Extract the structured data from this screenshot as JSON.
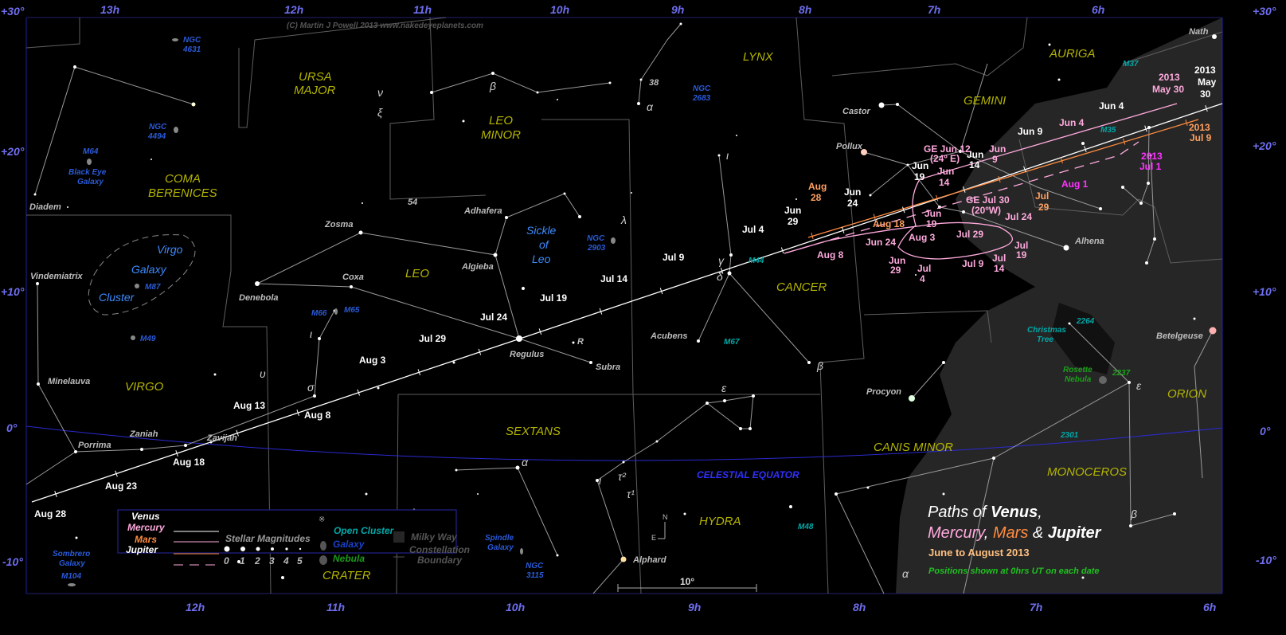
{
  "credit": "(C) Martin J Powell 2013  www.nakedeyeplanets.com",
  "ra_top": [
    "13h",
    "12h",
    "11h",
    "10h",
    "9h",
    "8h",
    "7h",
    "6h"
  ],
  "ra_bottom": [
    "12h",
    "11h",
    "10h",
    "9h",
    "8h",
    "7h",
    "6h"
  ],
  "dec_left": [
    "+30°",
    "+20°",
    "+10°",
    "0°",
    "-10°"
  ],
  "dec_right": [
    "+30°",
    "+20°",
    "+10°",
    "0°",
    "-10°"
  ],
  "constellations": {
    "lynx": "LYNX",
    "ursa_major": [
      "URSA",
      "MAJOR"
    ],
    "leo_minor": [
      "LEO",
      "MINOR"
    ],
    "coma": [
      "COMA",
      "BERENICES"
    ],
    "leo": "LEO",
    "cancer": "CANCER",
    "gemini": "GEMINI",
    "auriga": "AURIGA",
    "virgo": "VIRGO",
    "sextans": "SEXTANS",
    "hydra": "HYDRA",
    "crater": "CRATER",
    "canis_minor": "CANIS MINOR",
    "monoceros": "MONOCEROS",
    "orion": "ORION"
  },
  "stars": {
    "castor": "Castor",
    "pollux": "Pollux",
    "alhena": "Alhena",
    "procyon": "Procyon",
    "betelgeuse": "Betelgeuse",
    "nath": "Nath",
    "regulus": "Regulus",
    "subra": "Subra",
    "algieba": "Algieba",
    "adhafera": "Adhafera",
    "zosma": "Zosma",
    "coxa": "Coxa",
    "denebola": "Denebola",
    "acubens": "Acubens",
    "alphard": "Alphard",
    "zaniah": "Zaniah",
    "zavijah": "Zavijah",
    "porrima": "Porrima",
    "minelauva": "Minelauva",
    "vindemiatrix": "Vindemiatrix",
    "diadem": "Diadem",
    "r": "R",
    "n38": "38",
    "n54": "54"
  },
  "greek": {
    "nu": "ν",
    "xi": "ξ",
    "beta_lmi": "β",
    "alpha_lyn": "α",
    "lambda": "λ",
    "iota_cnc": "ι",
    "gamma": "γ",
    "delta": "δ",
    "beta_cnc": "β",
    "iota_leo": "ι",
    "upsilon": "υ",
    "sigma": "σ",
    "epsilon_hya": "ε",
    "alpha_sex": "α",
    "iota_hya": "ι",
    "tau2": "τ²",
    "tau1": "τ¹",
    "epsilon_mon": "ε",
    "beta_mon": "β",
    "alpha_mon": "α"
  },
  "deep_sky": {
    "ngc4631": [
      "NGC",
      "4631"
    ],
    "ngc4494": [
      "NGC",
      "4494"
    ],
    "m64": [
      "M64",
      "Black Eye",
      "Galaxy"
    ],
    "m87": "M87",
    "m49": "M49",
    "m66": "M66",
    "m65": "M65",
    "ngc2903": [
      "NGC",
      "2903"
    ],
    "ngc2683": [
      "NGC",
      "2683"
    ],
    "m44": "M44",
    "m67": "M67",
    "m37": "M37",
    "m35": "M35",
    "ngc2264": "2264",
    "christmas": [
      "Christmas",
      "Tree"
    ],
    "rosette": [
      "Rosette",
      "Nebula"
    ],
    "ngc2237": "2237",
    "ngc2301": "2301",
    "m48": "M48",
    "spindle": [
      "Spindle",
      "Galaxy"
    ],
    "ngc3115": [
      "NGC",
      "3115"
    ],
    "sombrero": [
      "Sombrero",
      "Galaxy"
    ],
    "m104": "M104",
    "virgo_cluster": [
      "Virgo",
      "Galaxy",
      "Cluster"
    ],
    "sickle": [
      "Sickle",
      "of",
      "Leo"
    ]
  },
  "celestial_equator": "CELESTIAL EQUATOR",
  "venus": {
    "start": [
      "2013",
      "May",
      "30"
    ],
    "jun4": "Jun 4",
    "jun9": "Jun 9",
    "jun14": [
      "Jun",
      "14"
    ],
    "jun19": [
      "Jun",
      "19"
    ],
    "jun24": [
      "Jun",
      "24"
    ],
    "jun29": [
      "Jun",
      "29"
    ],
    "jul4": "Jul 4",
    "jul9": "Jul 9",
    "jul14": "Jul 14",
    "jul19": "Jul 19",
    "jul24": "Jul 24",
    "jul29": "Jul 29",
    "aug3": "Aug 3",
    "aug8": "Aug 8",
    "aug13": "Aug 13",
    "aug18": "Aug 18",
    "aug23": "Aug 23",
    "aug28": "Aug 28"
  },
  "mars": {
    "start": [
      "2013",
      "Jul 9"
    ],
    "jul29": [
      "Jul",
      "29"
    ],
    "aug18": "Aug 18",
    "aug28": [
      "Aug",
      "28"
    ]
  },
  "mercury": {
    "start": [
      "2013",
      "May 30"
    ],
    "jun4": "Jun 4",
    "jun9": [
      "Jun",
      "9"
    ],
    "jun14": [
      "Jun",
      "14"
    ],
    "ge1": [
      "GE Jun 12",
      "(24º E)"
    ],
    "ge2": [
      "GE Jul 30",
      "(20ºW)"
    ],
    "jun19": [
      "Jun",
      "19"
    ],
    "jun24": "Jun 24",
    "jun29": [
      "Jun",
      "29"
    ],
    "jul4": [
      "Jul",
      "4"
    ],
    "jul9": "Jul 9",
    "jul14": [
      "Jul",
      "14"
    ],
    "jul19": [
      "Jul",
      "19"
    ],
    "jul24": "Jul 24",
    "jul29": "Jul 29",
    "aug3": "Aug 3",
    "aug8": "Aug 8"
  },
  "jupiter": {
    "start": [
      "2013",
      "Jul 1"
    ],
    "aug1": "Aug 1"
  },
  "legend": {
    "venus": "Venus",
    "mercury": "Mercury",
    "mars": "Mars",
    "jupiter": "Jupiter",
    "magnitudes": "Stellar Magnitudes",
    "mags": [
      "0",
      "1",
      "2",
      "3",
      "4",
      "5"
    ],
    "open_cluster": "Open Cluster",
    "galaxy": "Galaxy",
    "nebula": "Nebula",
    "milky_way": "Milky Way",
    "boundary": [
      "Constellation",
      "Boundary"
    ]
  },
  "title": {
    "paths_of": "Paths of ",
    "venus": "Venus",
    "comma": ",",
    "mercury": "Mercury",
    "sep": ", ",
    "mars": "Mars",
    "amp": " & ",
    "jupiter": "Jupiter",
    "period": "June to August 2013",
    "note": "Positions shown at 0hrs UT on each date"
  },
  "scale": {
    "label": "10°",
    "north": "N",
    "east": "E"
  },
  "colors": {
    "venus": "#ffffff",
    "mercury": "#ffaadd",
    "mars": "#ff8c40",
    "jupiter": "#ff33ff",
    "equator": "#2a2ad0",
    "milky_way": "#262626"
  }
}
